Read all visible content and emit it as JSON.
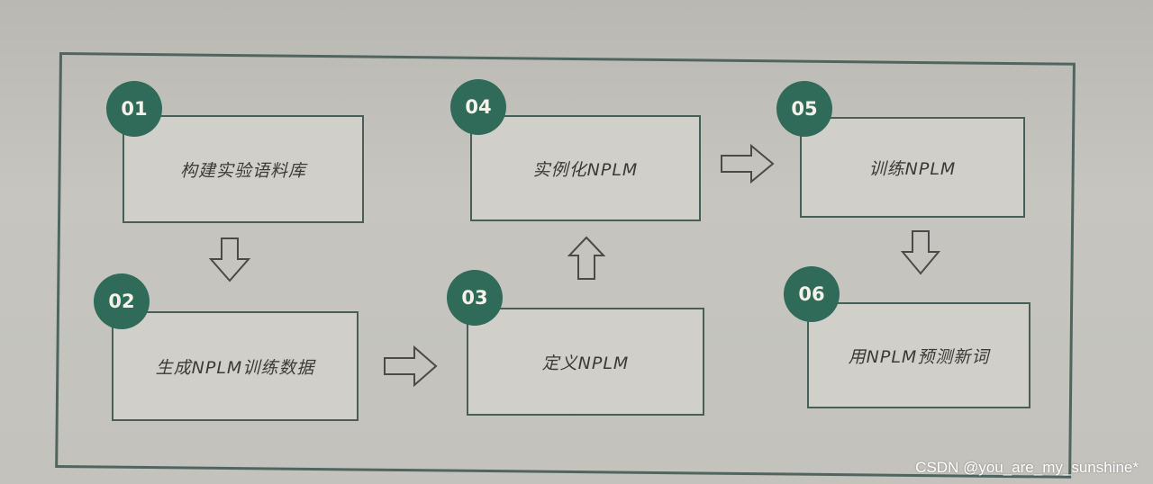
{
  "steps": [
    {
      "number": "01",
      "label": "构建实验语料库"
    },
    {
      "number": "02",
      "label": "生成NPLM训练数据"
    },
    {
      "number": "03",
      "label": "定义NPLM"
    },
    {
      "number": "04",
      "label": "实例化NPLM"
    },
    {
      "number": "05",
      "label": "训练NPLM"
    },
    {
      "number": "06",
      "label": "用NPLM预测新词"
    }
  ],
  "arrows": [
    {
      "from": "01",
      "to": "02",
      "direction": "down"
    },
    {
      "from": "02",
      "to": "03",
      "direction": "right"
    },
    {
      "from": "03",
      "to": "04",
      "direction": "up"
    },
    {
      "from": "04",
      "to": "05",
      "direction": "right"
    },
    {
      "from": "05",
      "to": "06",
      "direction": "down"
    }
  ],
  "watermark": "CSDN @you_are_my_sunshine*",
  "colors": {
    "badge": "#2f6b58",
    "border": "#4a5e58",
    "box_fill": "#d0cfca"
  }
}
